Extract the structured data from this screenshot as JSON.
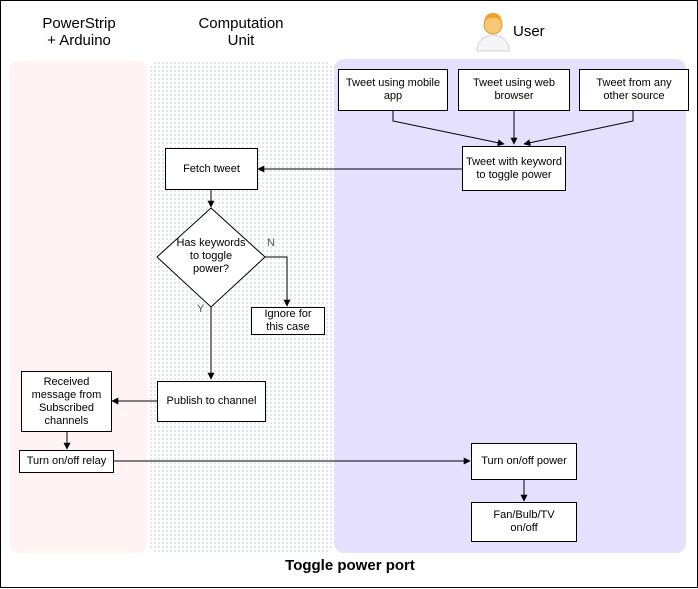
{
  "headers": {
    "power": "PowerStrip\n+ Arduino",
    "computation": "Computation\nUnit",
    "user": "User"
  },
  "nodes": {
    "tweet_mobile": "Tweet using mobile\napp",
    "tweet_web": "Tweet using web\nbrowser",
    "tweet_other": "Tweet from any\nother source",
    "tweet_keyword": "Tweet with keyword\nto toggle power",
    "fetch_tweet": "Fetch tweet",
    "decision": "Has keywords\nto toggle\npower?",
    "ignore": "Ignore for\nthis case",
    "publish": "Publish to channel",
    "received": "Received\nmessage from\nSubscribed\nchannels",
    "relay": "Turn on/off relay",
    "turn_power": "Turn on/off power",
    "device": "Fan/Bulb/TV\non/off"
  },
  "branch_labels": {
    "no": "N",
    "yes": "Y"
  },
  "caption": "Toggle power port",
  "colors": {
    "lane_power": "#fff4f3",
    "lane_computation": "#ffffff",
    "lane_user": "#e4e0fd",
    "user_icon": "#f2a12c"
  }
}
